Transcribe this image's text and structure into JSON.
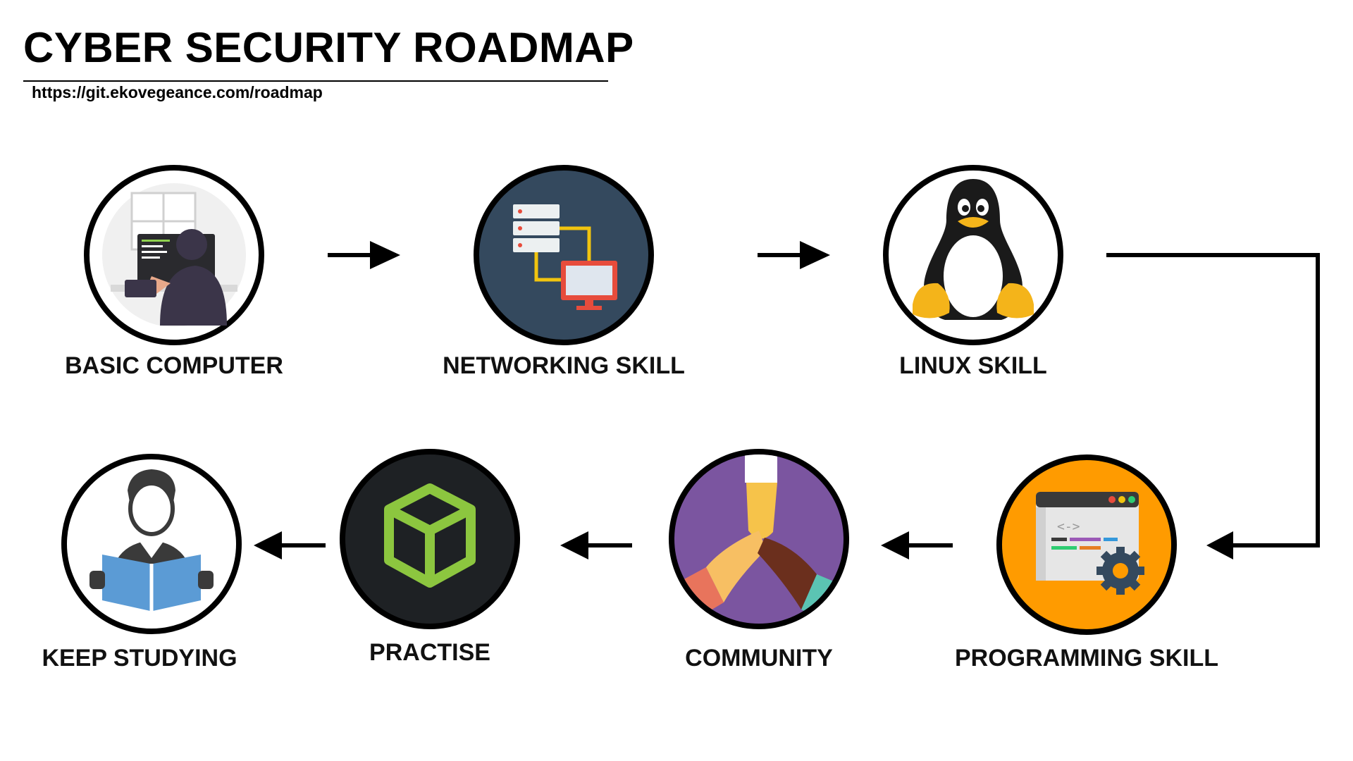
{
  "title": "CYBER SECURITY ROADMAP",
  "url": "https://git.ekovegeance.com/roadmap",
  "steps": [
    {
      "label": "BASIC COMPUTER",
      "icon": "hacker-at-computer-icon"
    },
    {
      "label": "NETWORKING SKILL",
      "icon": "server-network-icon"
    },
    {
      "label": "LINUX SKILL",
      "icon": "tux-penguin-icon"
    },
    {
      "label": "PROGRAMMING SKILL",
      "icon": "code-window-gear-icon"
    },
    {
      "label": "COMMUNITY",
      "icon": "hands-together-icon"
    },
    {
      "label": "PRACTISE",
      "icon": "green-cube-icon"
    },
    {
      "label": "KEEP STUDYING",
      "icon": "person-reading-book-icon"
    }
  ],
  "colors": {
    "networking_bg": "#34495e",
    "programming_bg": "#ff9b00",
    "community_bg": "#7b55a0",
    "practise_bg": "#1e2124",
    "cube_green": "#8cc63f",
    "book_blue": "#5b9bd5"
  }
}
